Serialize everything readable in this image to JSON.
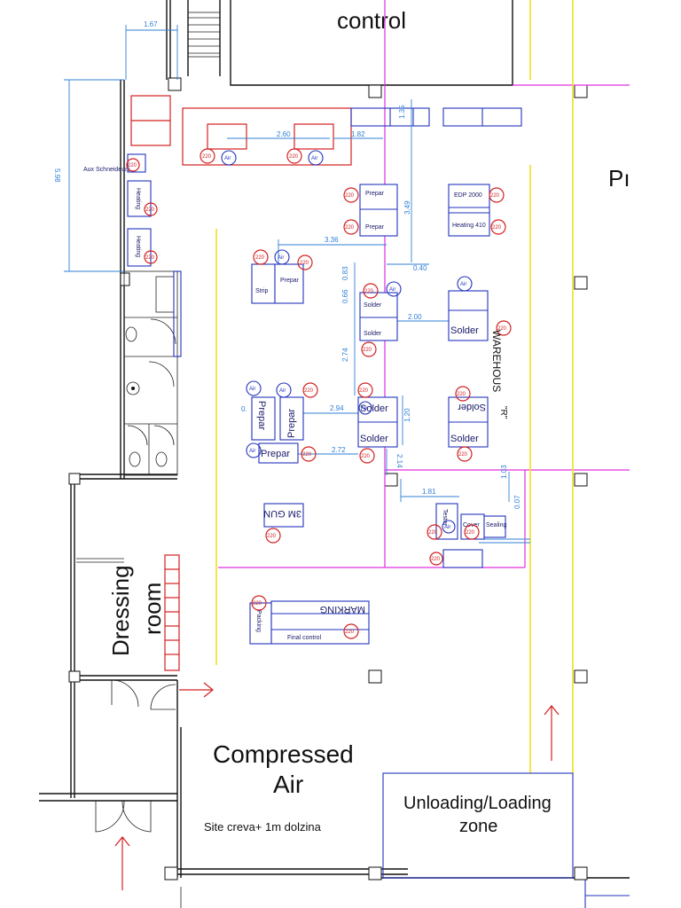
{
  "labels": {
    "control": "control",
    "right_cut": "Pı",
    "dressing_line1": "Dressing",
    "dressing_line2": "room",
    "compressed_line1": "Compressed",
    "compressed_line2": "Air",
    "site_note": "Site creva+ 1m dolzina",
    "unloading_line1": "Unloading/Loading",
    "unloading_line2": "zone",
    "warehouse": "WAREHOUS",
    "warehouse_sub": "\"R\"",
    "aux": "Aux Schneideurs"
  },
  "dimensions": {
    "d167": "1.67",
    "d598": "5.98",
    "d260": "2.60",
    "d182": "1.82",
    "d135": "1.35",
    "d349": "3.49",
    "d336": "3.36",
    "d040": "0.40",
    "d083": "0.83",
    "d066": "0.66",
    "d200": "2.00",
    "d274": "2.74",
    "d294": "2.94",
    "d120": "1.20",
    "d272": "2.72",
    "d214": "2.14",
    "d181": "1.81",
    "d103": "1.03",
    "d007": "0.07",
    "d0": "0."
  },
  "stations": {
    "prepar1": "Prepar",
    "prepar2": "Prepar",
    "edp": "EDP 2000",
    "heating": "Heating 410",
    "strip": "Strip",
    "prepar3": "Prepar",
    "solder1": "Solder",
    "solder2": "Solder",
    "solder_big1": "Solder",
    "solder_big2": "Solder",
    "solder_big3": "Solder",
    "solder_big4": "Solder",
    "solder_big5": "Solder",
    "prepar_v1": "Prepar",
    "prepar_v2": "Prepar",
    "prepar_h": "Prepar",
    "gun": "3M GUN",
    "tester": "Tester",
    "cover": "Cover",
    "sealing": "Sealing",
    "marking": "MARKING",
    "packing": "Packing",
    "final": "Final control",
    "heating2": "Heating"
  },
  "symbols": {
    "socket": "220",
    "air": "Air"
  }
}
